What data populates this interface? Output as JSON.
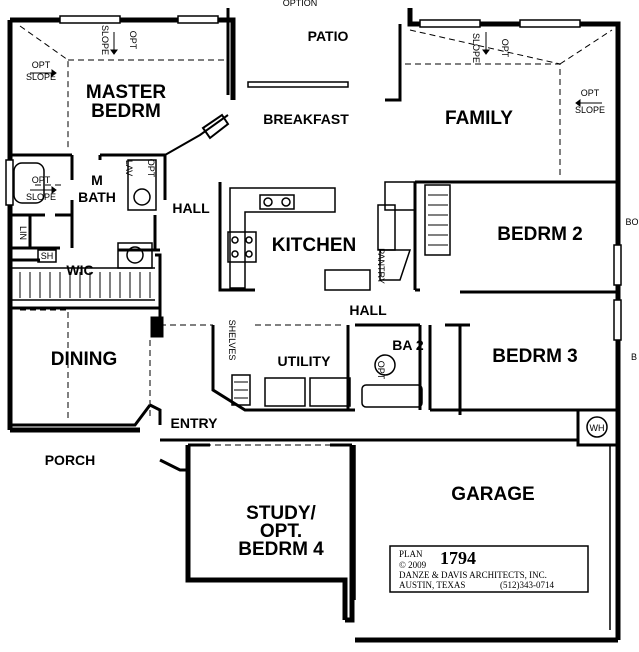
{
  "rooms": {
    "option": "OPTION",
    "patio": "PATIO",
    "master_l1": "MASTER",
    "master_l2": "BEDRM",
    "breakfast": "BREAKFAST",
    "family": "FAMILY",
    "m_bath_l1": "M",
    "m_bath_l2": "BATH",
    "hall_upper": "HALL",
    "kitchen": "KITCHEN",
    "bedrm2": "BEDRM 2",
    "wic": "WIC",
    "pantry": "PANTRY",
    "hall_lower": "HALL",
    "dining": "DINING",
    "utility": "UTILITY",
    "ba2": "BA 2",
    "bedrm3": "BEDRM 3",
    "entry": "ENTRY",
    "porch": "PORCH",
    "garage": "GARAGE",
    "study_l1": "STUDY/",
    "study_l2": "OPT.",
    "study_l3": "BEDRM 4"
  },
  "notes": {
    "opt": "OPT",
    "slope": "SLOPE",
    "lav": "LAV",
    "lin": "LIN",
    "sh": "SH",
    "shelves": "SHELVES",
    "wh": "WH",
    "bo": "BO",
    "b": "B"
  },
  "title_block": {
    "plan_label": "PLAN",
    "plan_number": "1794",
    "copyright": "© 2009",
    "firm": "DANZE & DAVIS ARCHITECTS, INC.",
    "city": "AUSTIN, TEXAS",
    "phone": "(512)343-0714"
  }
}
